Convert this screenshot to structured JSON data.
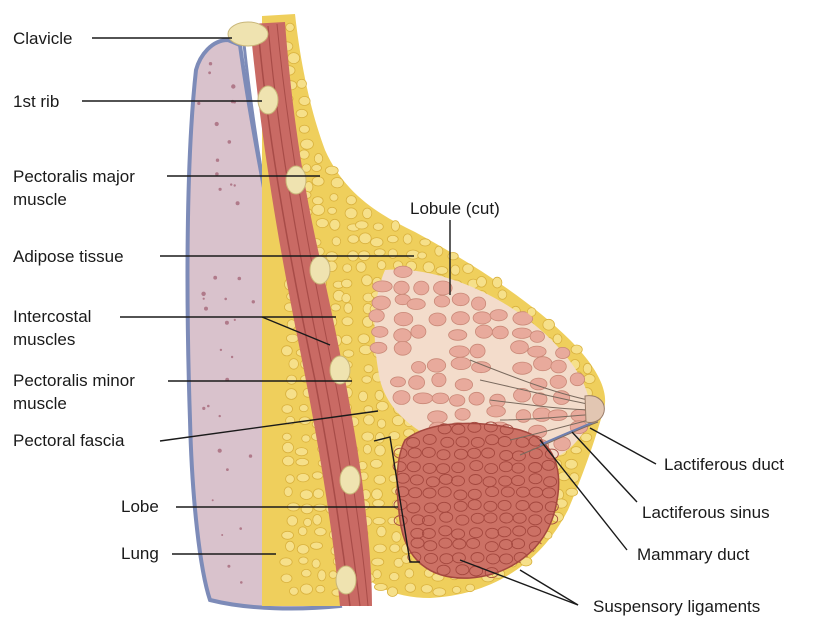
{
  "diagram": {
    "labels": {
      "clavicle": "Clavicle",
      "first_rib": "1st rib",
      "pectoralis_major_1": "Pectoralis major",
      "pectoralis_major_2": "muscle",
      "adipose_tissue": "Adipose tissue",
      "intercostal_1": "Intercostal",
      "intercostal_2": "muscles",
      "pectoralis_minor_1": "Pectoralis minor",
      "pectoralis_minor_2": "muscle",
      "pectoral_fascia": "Pectoral fascia",
      "lobe": "Lobe",
      "lung": "Lung",
      "lobule": "Lobule (cut)",
      "lactiferous_duct": "Lactiferous duct",
      "lactiferous_sinus": "Lactiferous sinus",
      "mammary_duct": "Mammary duct",
      "suspensory_ligaments": "Suspensory ligaments"
    },
    "colors": {
      "lung": "#d9c2cc",
      "lung_dots": "#b07a8a",
      "pleura": "#7d8bb8",
      "muscle": "#c96a64",
      "muscle_stripe": "#a84c48",
      "rib": "#efe3b0",
      "adipose": "#efcf5c",
      "adipose_light": "#f6e08a",
      "lobule": "#e8aa9c",
      "lobe": "#cc7165",
      "lobe_dark": "#a4483f",
      "duct": "#f1ece6",
      "duct_lines": "#7a6a5e",
      "line": "#1a1a1a"
    }
  }
}
